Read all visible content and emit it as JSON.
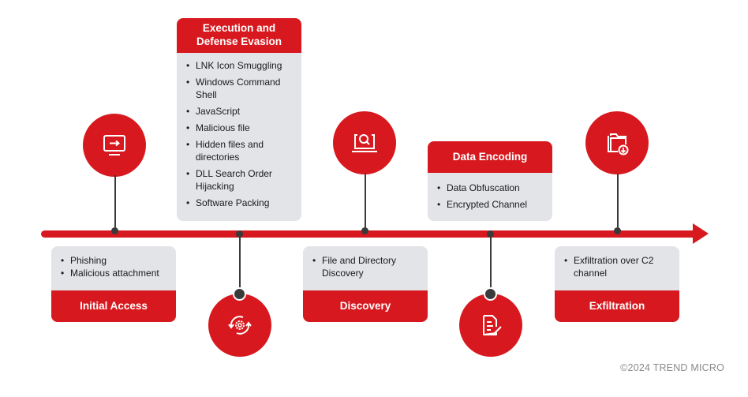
{
  "diagram": {
    "title_hidden": "",
    "colors": {
      "accent": "#d7191f",
      "card_background": "#e3e4e8",
      "connector": "#3a3a3a",
      "copyright_text": "#8a8a8a"
    },
    "stages": [
      {
        "id": "initial-access",
        "title": "Initial Access",
        "icon": "monitor-arrow-icon",
        "items": [
          "Phishing",
          "Malicious attachment"
        ]
      },
      {
        "id": "execution-defense-evasion",
        "title": "Execution and Defense Evasion",
        "title_lines": [
          "Execution and",
          "Defense Evasion"
        ],
        "icon": "gear-cycle-icon",
        "items": [
          "LNK Icon Smuggling",
          "Windows Command Shell",
          "JavaScript",
          "Malicious file",
          "Hidden files and directories",
          "DLL Search Order Hijacking",
          "Software Packing"
        ]
      },
      {
        "id": "discovery",
        "title": "Discovery",
        "icon": "laptop-search-icon",
        "items": [
          "File and Directory Discovery"
        ]
      },
      {
        "id": "data-encoding",
        "title": "Data Encoding",
        "icon": "document-edit-icon",
        "items": [
          "Data Obfuscation",
          "Encrypted Channel"
        ]
      },
      {
        "id": "exfiltration",
        "title": "Exfiltration",
        "icon": "folder-download-icon",
        "items": [
          "Exfiltration over C2 channel"
        ]
      }
    ],
    "copyright": "©2024 TREND MICRO"
  }
}
